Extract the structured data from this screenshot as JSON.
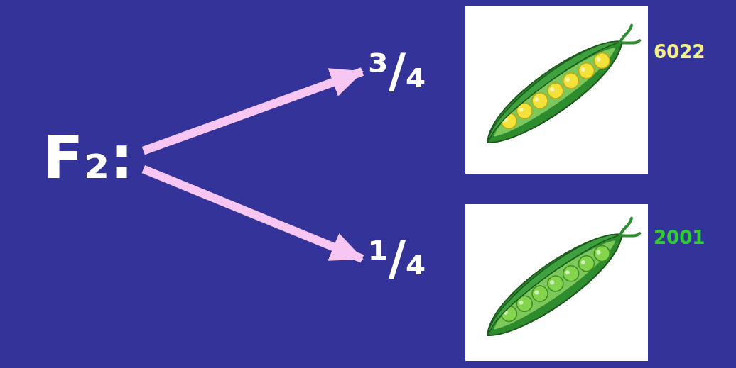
{
  "diagram": {
    "nodes": [
      {
        "text": [
          "F₂:"
        ]
      },
      {
        "text": [
          "³/₄",
          "6022"
        ]
      },
      {
        "text": [
          "¹/₄",
          "2001"
        ]
      }
    ],
    "edges": [
      {
        "from": 0,
        "to": 1,
        "arrow": "to"
      },
      {
        "from": 0,
        "to": 2,
        "arrow": "to"
      }
    ]
  }
}
